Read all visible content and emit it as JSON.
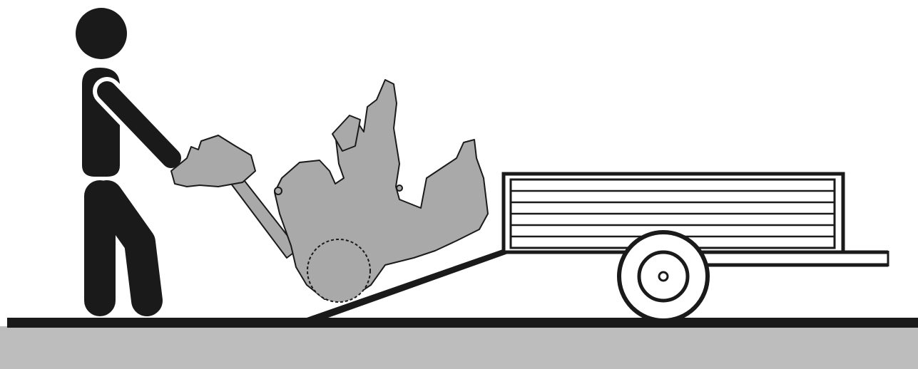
{
  "diagram": {
    "description_text": "",
    "elements": [
      "person",
      "snow-thrower",
      "ramp",
      "trailer",
      "ground"
    ]
  },
  "colors": {
    "outline": "#1a1a1a",
    "machine_fill": "#a9a9a9",
    "ground_fill": "#bdbdbd",
    "background": "#ffffff"
  }
}
